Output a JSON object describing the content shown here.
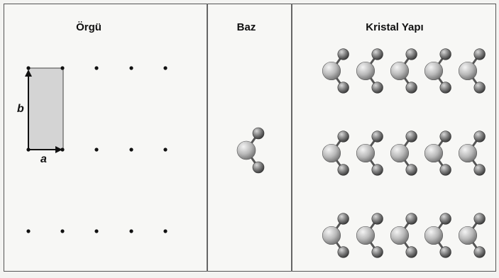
{
  "panels": {
    "lattice": {
      "title": "Örgü",
      "vector_a": "a",
      "vector_b": "b"
    },
    "basis": {
      "title": "Baz"
    },
    "crystal": {
      "title": "Kristal Yapı"
    }
  },
  "colors": {
    "atom_large": "#b9b9b9",
    "atom_small": "#7a7a7a",
    "lattice_point": "#111111",
    "unit_cell_fill": "#d4d4d4"
  },
  "lattice_grid": {
    "columns": 5,
    "rows": 3
  },
  "crystal_grid": {
    "columns": 5,
    "rows": 3
  }
}
